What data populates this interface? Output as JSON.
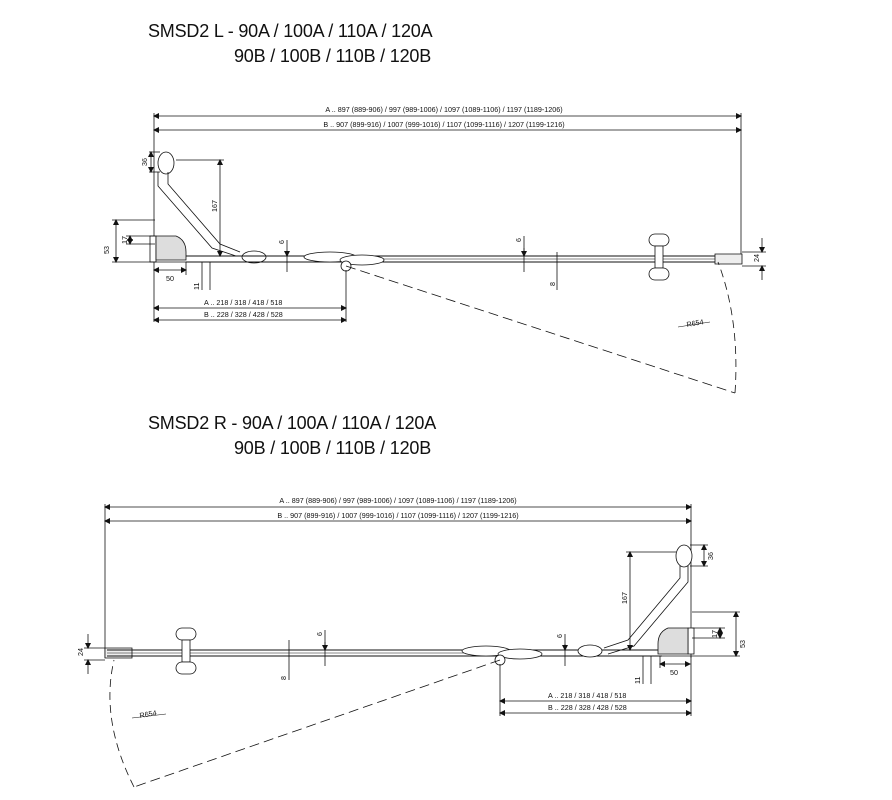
{
  "diagram_left": {
    "title_line1": "SMSD2 L - 90A / 100A / 110A / 120A",
    "title_line2": "90B / 100B / 110B / 120B",
    "total_a": "A .. 897 (889-906) / 997 (989-1006) / 1097 (1089-1106) / 1197 (1189-1206)",
    "total_b": "B .. 907 (899-916) / 1007 (999-1016) / 1107 (1099-1116) / 1207 (1199-1216)",
    "fixed_a": "A .. 218 / 318 / 418 / 518",
    "fixed_b": "B .. 228 / 328 / 428 / 528",
    "radius": "R654",
    "d36": "36",
    "d167": "167",
    "d17": "17",
    "d53": "53",
    "d50": "50",
    "d11": "11",
    "d6a": "6",
    "d6b": "6",
    "d8": "8",
    "d24": "24"
  },
  "diagram_right": {
    "title_line1": "SMSD2 R - 90A / 100A / 110A / 120A",
    "title_line2": "90B / 100B / 110B / 120B",
    "total_a": "A .. 897 (889-906) / 997 (989-1006) / 1097 (1089-1106) / 1197 (1189-1206)",
    "total_b": "B .. 907 (899-916) / 1007 (999-1016) / 1107 (1099-1116) / 1207 (1199-1216)",
    "fixed_a": "A .. 218 / 318 / 418 / 518",
    "fixed_b": "B .. 228 / 328 / 428 / 528",
    "radius": "R654",
    "d36": "36",
    "d167": "167",
    "d17": "17",
    "d53": "53",
    "d50": "50",
    "d11": "11",
    "d6a": "6",
    "d6b": "6",
    "d8": "8",
    "d24": "24"
  }
}
